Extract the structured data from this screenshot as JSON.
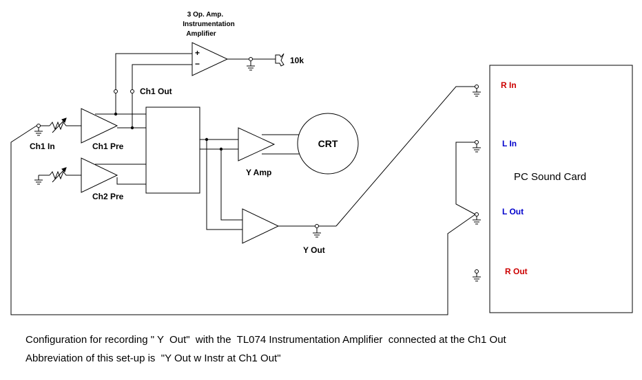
{
  "labels": {
    "instr_amp_line1": "3 Op. Amp.",
    "instr_amp_line2": "Instrumentation",
    "instr_amp_line3": "Amplifier",
    "res_10k": "10k",
    "ch1_out": "Ch1 Out",
    "ch1_in": "Ch1 In",
    "ch1_pre": "Ch1 Pre",
    "ch2_pre": "Ch2 Pre",
    "crt": "CRT",
    "y_amp": "Y Amp",
    "y_out": "Y Out",
    "plus": "+",
    "minus": "−"
  },
  "sound_card": {
    "title": "PC Sound Card",
    "r_in": "R In",
    "l_in": "L In",
    "l_out": "L Out",
    "r_out": "R Out"
  },
  "colors": {
    "red": "#cc0000",
    "blue": "#0000cc"
  },
  "caption": {
    "line1": "Configuration for recording \" Y  Out\"  with the  TL074 Instrumentation Amplifier  connected at the Ch1 Out",
    "line2": "Abbreviation of this set-up is  \"Y Out w Instr at Ch1 Out\""
  }
}
